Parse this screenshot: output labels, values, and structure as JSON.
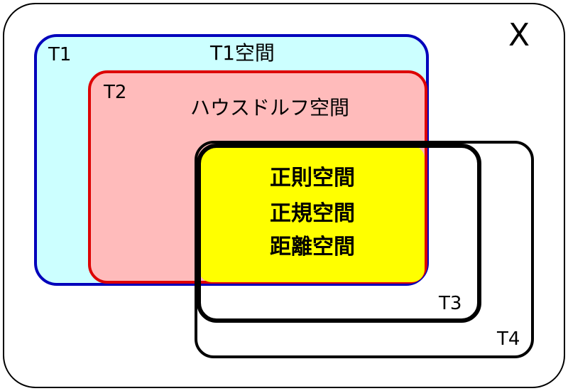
{
  "universe": {
    "label": "X"
  },
  "regions": {
    "t1": {
      "label": "T1",
      "title": "T1空間",
      "fill": "#ccffff",
      "stroke": "#0000bb"
    },
    "t2": {
      "label": "T2",
      "title": "ハウスドルフ空間",
      "fill": "#ffbbbb",
      "stroke": "#dd0000"
    },
    "t3": {
      "label": "T3",
      "stroke": "#000000"
    },
    "t4": {
      "label": "T4",
      "stroke": "#000000"
    },
    "core": {
      "fill": "#ffff00",
      "names": [
        "正則空間",
        "正規空間",
        "距離空間"
      ]
    }
  }
}
